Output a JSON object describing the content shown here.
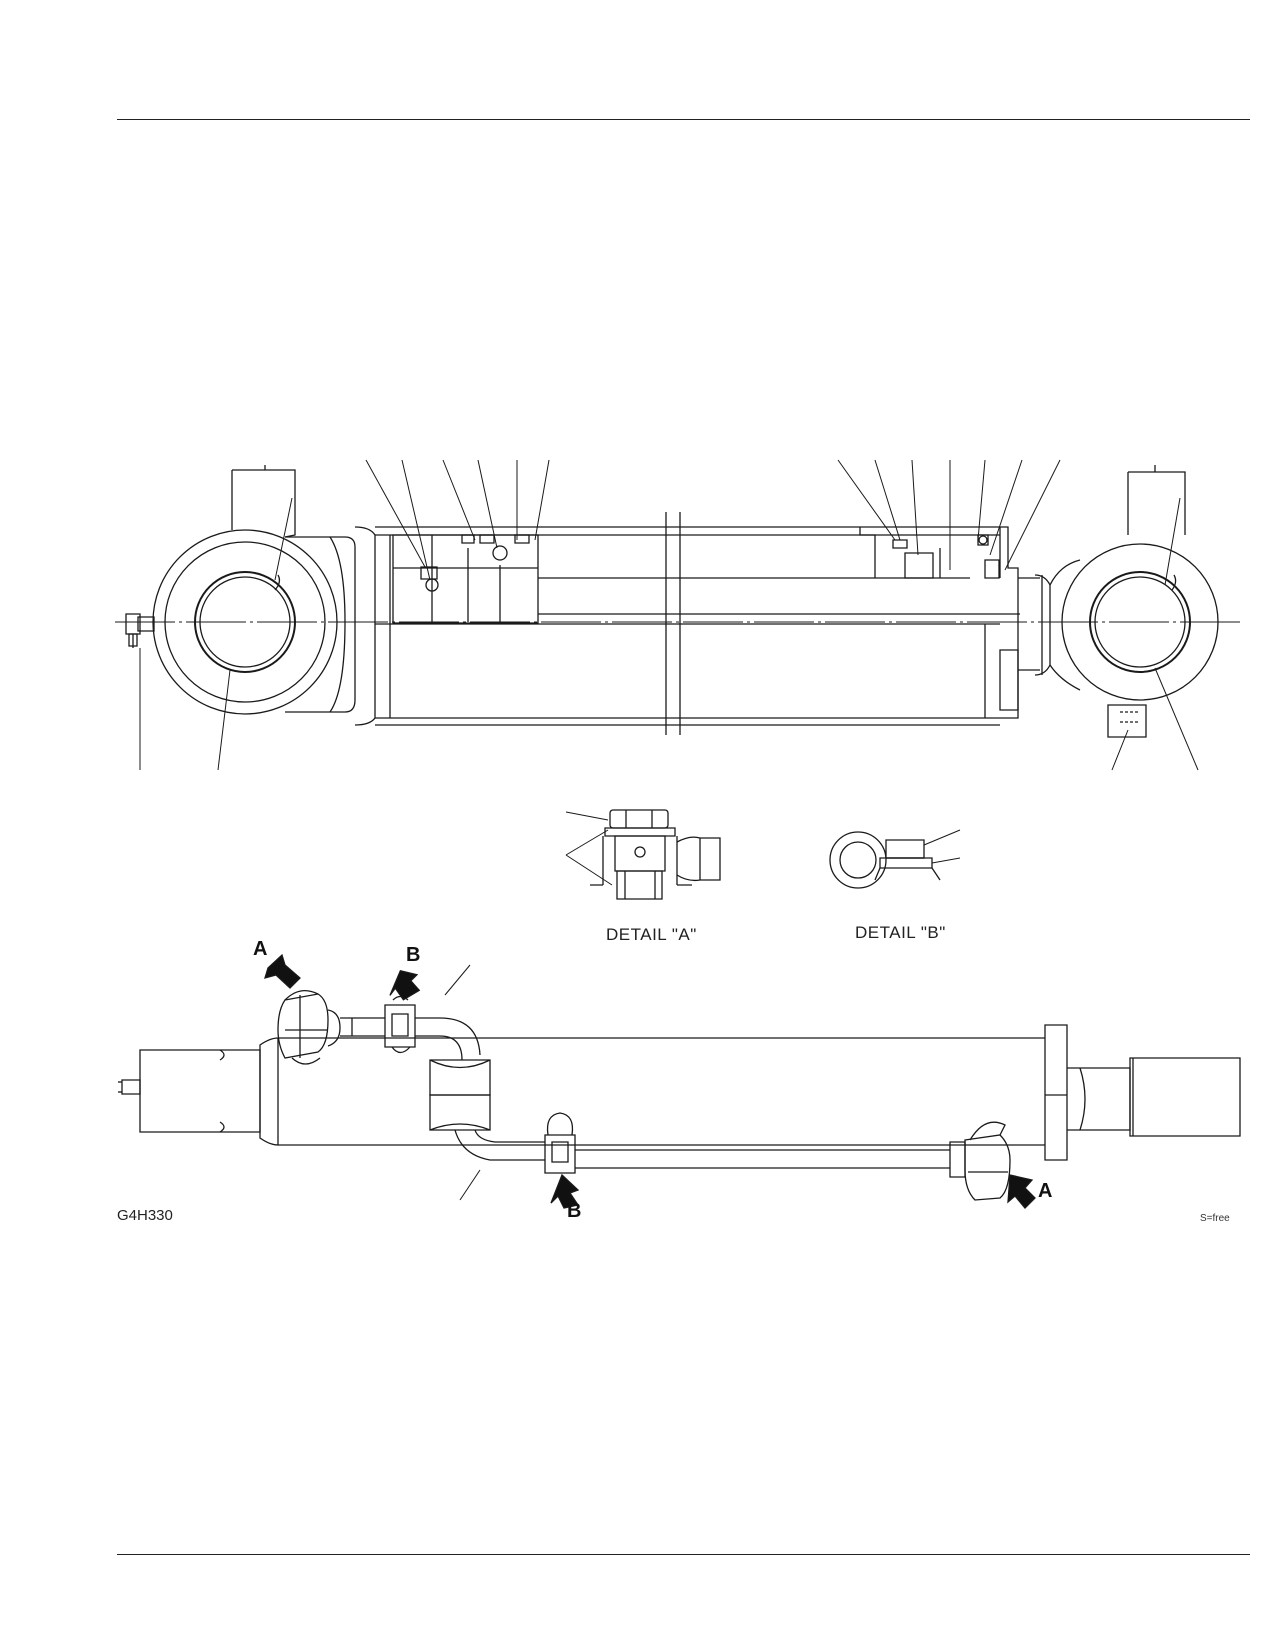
{
  "labels": {
    "detail_a": "DETAIL \"A\"",
    "detail_b": "DETAIL \"B\"",
    "arrow_a_left": "A",
    "arrow_b_left": "B",
    "arrow_b_bottom": "B",
    "arrow_a_right": "A",
    "figure_id": "G4H330",
    "scale": "S=free"
  }
}
